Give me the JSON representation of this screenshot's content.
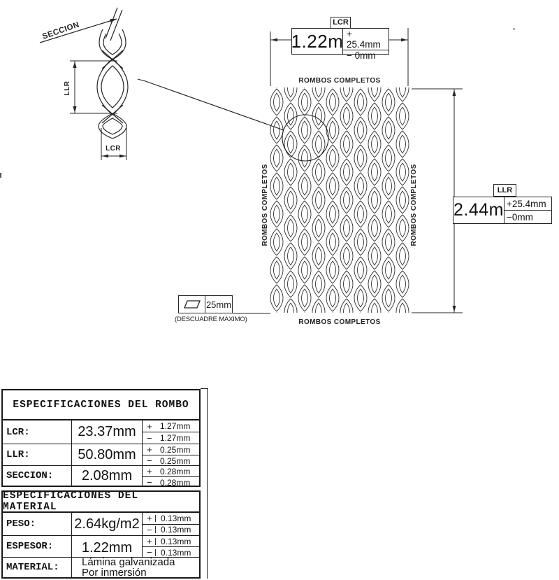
{
  "drawing": {
    "detail": {
      "section_label": "SECCION",
      "llr_label": "LLR",
      "lcr_label": "LCR"
    },
    "mesh": {
      "label_top": "ROMBOS COMPLETOS",
      "label_bottom": "ROMBOS COMPLETOS",
      "label_left": "ROMBOS COMPLETOS",
      "label_right": "ROMBOS COMPLETOS"
    },
    "width_dim": {
      "tag": "LCR",
      "value": "1.22m",
      "tol_plus": "+ 25.4mm",
      "tol_minus": "− 0mm"
    },
    "height_dim": {
      "tag": "LLR",
      "value": "2.44m",
      "tol_plus": "+25.4mm",
      "tol_minus": "−0mm"
    },
    "skew": {
      "value": "25mm",
      "caption": "(DESCUADRE MAXIMO)"
    }
  },
  "table": {
    "header_rombo": "ESPECIFICACIONES DEL ROMBO",
    "header_material": "ESPECIFICACIONES DEL MATERIAL",
    "rombo_rows": [
      {
        "label": "LCR:",
        "value": "23.37mm",
        "sp": "+",
        "pv": "1.27mm",
        "sm": "−",
        "mv": "1.27mm"
      },
      {
        "label": "LLR:",
        "value": "50.80mm",
        "sp": "+",
        "pv": "0.25mm",
        "sm": "−",
        "mv": "0.25mm"
      },
      {
        "label": "SECCION:",
        "value": "2.08mm",
        "sp": "+",
        "pv": "0.28mm",
        "sm": "−",
        "mv": "0.28mm"
      }
    ],
    "material_rows": [
      {
        "label": "PESO:",
        "value": "2.64kg/m2",
        "sp": "+",
        "pv": "0.13mm",
        "sm": "−",
        "mv": "0.13mm"
      },
      {
        "label": "ESPESOR:",
        "value": "1.22mm",
        "sp": "+",
        "pv": "0.13mm",
        "sm": "−",
        "mv": "0.13mm"
      },
      {
        "label": "MATERIAL:",
        "value_line1": "Lámina galvanizada",
        "value_line2": "Por inmersión"
      }
    ]
  }
}
